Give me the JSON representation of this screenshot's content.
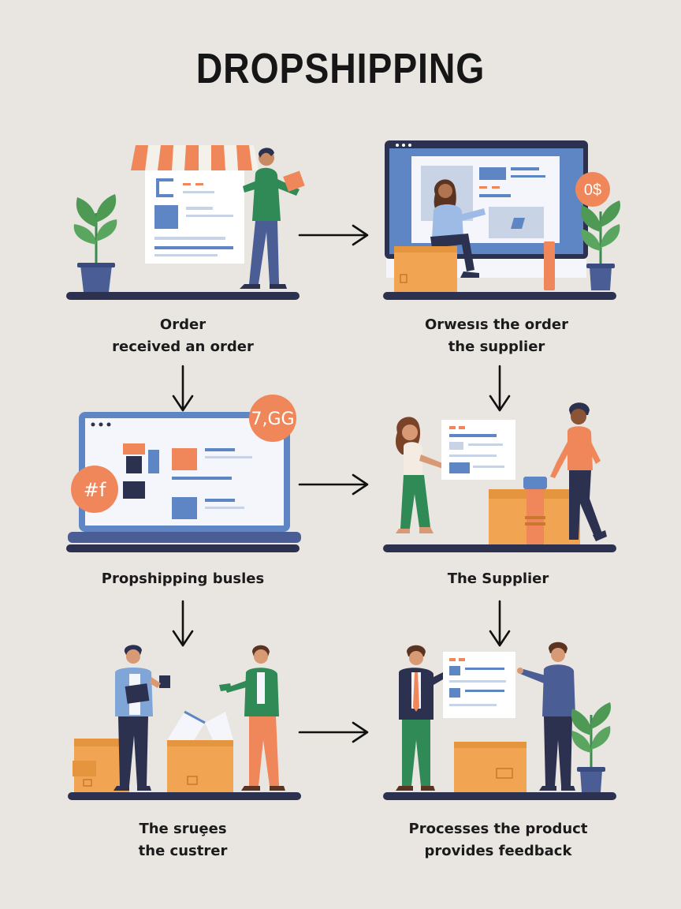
{
  "title": "DROPSHIPPING",
  "colors": {
    "background": "#e9e5e1",
    "orange": "#f0875a",
    "blue": "#5e86c4",
    "green": "#2f8a55",
    "navy": "#2c3150",
    "box": "#f1a552"
  },
  "steps": [
    {
      "line1": "Order",
      "line2": "received an order",
      "badge": ""
    },
    {
      "line1": "Orwesıs the order",
      "line2": "the supplier",
      "badge": "0$"
    },
    {
      "line1": "Propshipping busles",
      "line2": "",
      "badge": "7,GG"
    },
    {
      "line1": "The Supplier",
      "line2": "",
      "badge": "#f"
    },
    {
      "line1": "The sruȩes",
      "line2": "the custrer",
      "badge": ""
    },
    {
      "line1": "Processes the product",
      "line2": "provides feedback",
      "badge": ""
    }
  ],
  "icons": [
    "storefront-icon",
    "monitor-icon",
    "laptop-icon",
    "box-icon",
    "plant-icon",
    "arrow-right-icon",
    "arrow-down-icon"
  ]
}
